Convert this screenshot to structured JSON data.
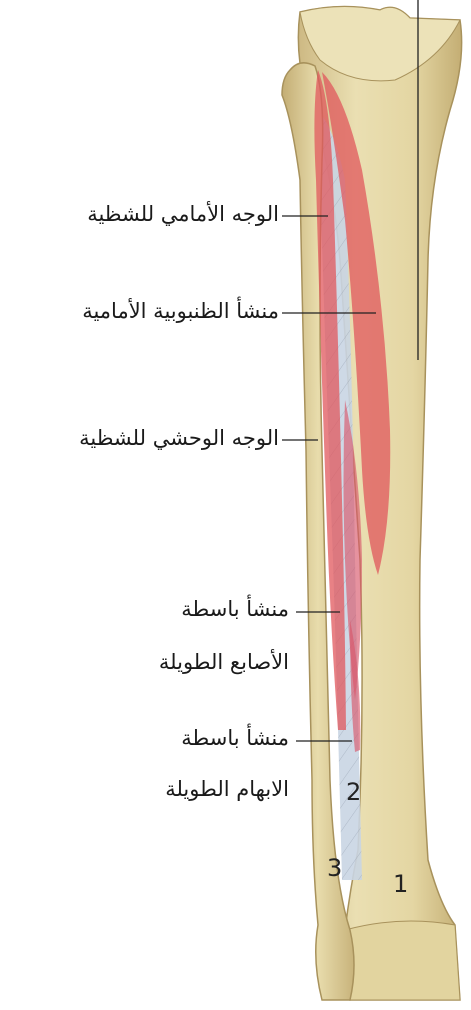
{
  "labels": {
    "anterior_fibula": "الوجه الأمامي للشظية",
    "tibialis_anterior": "منشأ الظنبوبية الأمامية",
    "lateral_fibula": "الوجه الوحشي للشظية",
    "edl_line1": "منشأ باسطة",
    "edl_line2": "الأصابع الطويلة",
    "ehl_line1": "منشأ باسطة",
    "ehl_line2": "الابهام الطويلة"
  },
  "numbers": {
    "n1": "1",
    "n2": "2",
    "n3": "3"
  },
  "colors": {
    "bone": "#e6d9a8",
    "bone_shade": "#c9b67e",
    "muscle": "#e0575c",
    "membrane": "#c7d3e0",
    "leader": "#222222"
  }
}
